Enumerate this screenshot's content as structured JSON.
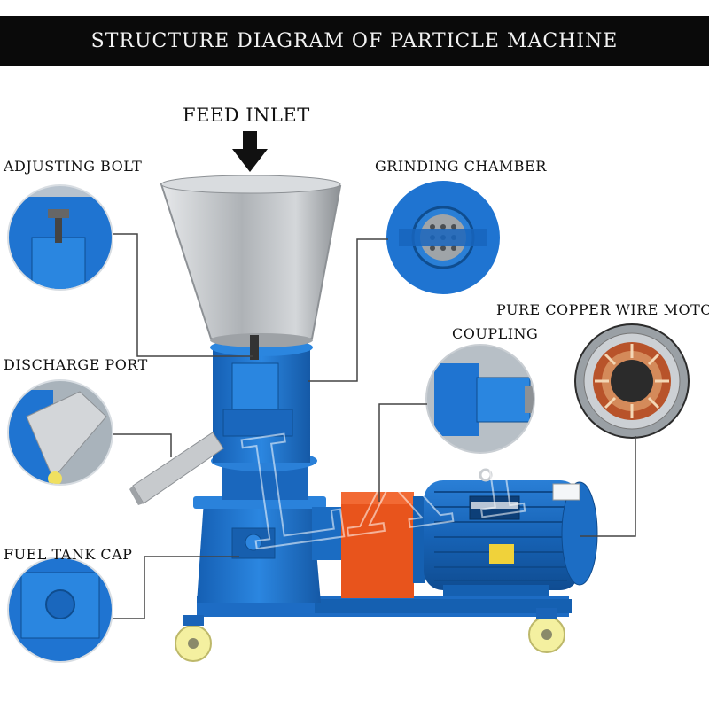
{
  "title": "STRUCTURE DIAGRAM OF PARTICLE MACHINE",
  "labels": {
    "feed_inlet": "FEED INLET",
    "adjusting_bolt": "ADJUSTING BOLT",
    "grinding_chamber": "GRINDING CHAMBER",
    "discharge_port": "DISCHARGE PORT",
    "coupling": "COUPLING",
    "motor": "PURE COPPER WIRE MOTOR",
    "fuel_tank_cap": "FUEL TANK CAP"
  },
  "watermark": "LXT",
  "colors": {
    "machine_blue": "#1f74d1",
    "coupling_orange": "#e8541c",
    "hopper_steel": "#b9bcc0",
    "wheel_yellow": "#f4f0a0",
    "leader_line": "#444444"
  }
}
